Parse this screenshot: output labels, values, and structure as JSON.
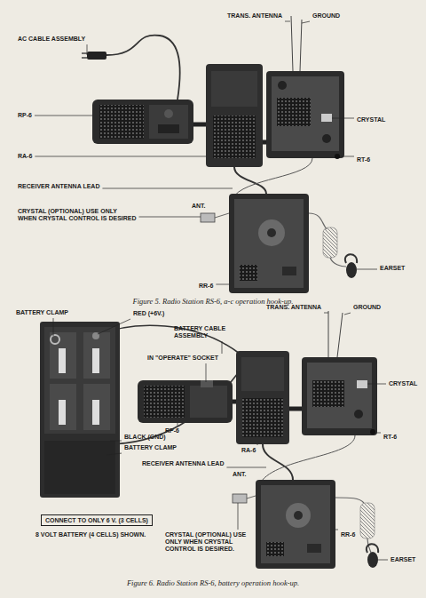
{
  "diagram": {
    "nodes": [
      {
        "text": [
          "CONNECT TO ONLY 6 V. (3 CELLS)"
        ]
      }
    ],
    "labels": [
      "AC CABLE ASSEMBLY",
      "TRANS. ANTENNA",
      "GROUND",
      "RP-6",
      "CRYSTAL",
      "RA-6",
      "RT-6",
      "RECEIVER ANTENNA LEAD",
      "ANT.",
      "CRYSTAL (OPTIONAL) USE ONLY WHEN CRYSTAL CONTROL IS DESIRED",
      "EARSET",
      "RR-6",
      "Figure 5. Radio Station RS-6, a-c operation hook-up.",
      "BATTERY CLAMP",
      "RED (+6V.)",
      "TRANS. ANTENNA",
      "GROUND",
      "BATTERY CABLE ASSEMBLY",
      "IN \"OPERATE\" SOCKET",
      "CRYSTAL",
      "RP-6",
      "BLACK (GND)",
      "BATTERY CLAMP",
      "RA-6",
      "RT-6",
      "RECEIVER ANTENNA LEAD",
      "ANT.",
      "RR-6",
      "CRYSTAL (OPTIONAL) USE ONLY WHEN CRYSTAL CONTROL IS DESIRED.",
      "EARSET",
      "8 VOLT BATTERY (4 CELLS) SHOWN.",
      "Figure 6. Radio Station RS-6, battery operation hook-up."
    ]
  }
}
